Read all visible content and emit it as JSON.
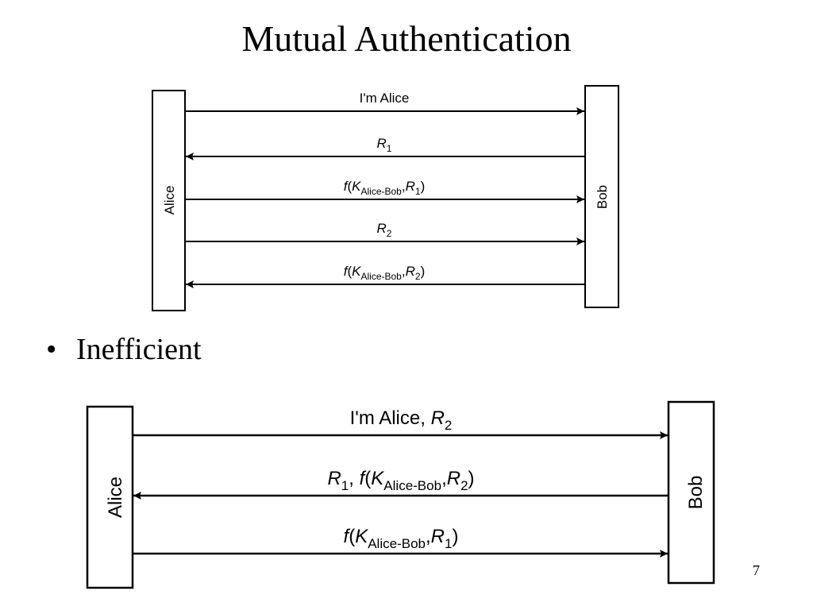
{
  "slide": {
    "title": "Mutual Authentication",
    "bullet": "Inefficient",
    "page_number": "7"
  },
  "diagram1": {
    "left_party": "Alice",
    "right_party": "Bob",
    "messages": [
      {
        "direction": "right",
        "parts": [
          {
            "t": "I'm Alice"
          }
        ]
      },
      {
        "direction": "left",
        "parts": [
          {
            "t": "R",
            "i": true
          },
          {
            "t": "1",
            "sub": true
          }
        ]
      },
      {
        "direction": "right",
        "parts": [
          {
            "t": "f",
            "i": true
          },
          {
            "t": "("
          },
          {
            "t": "K",
            "i": true
          },
          {
            "t": "Alice-Bob",
            "sub": true
          },
          {
            "t": ","
          },
          {
            "t": "R",
            "i": true
          },
          {
            "t": "1",
            "sub": true
          },
          {
            "t": ")"
          }
        ]
      },
      {
        "direction": "right",
        "parts": [
          {
            "t": "R",
            "i": true
          },
          {
            "t": "2",
            "sub": true
          }
        ]
      },
      {
        "direction": "left",
        "parts": [
          {
            "t": "f",
            "i": true
          },
          {
            "t": "("
          },
          {
            "t": "K",
            "i": true
          },
          {
            "t": "Alice-Bob",
            "sub": true
          },
          {
            "t": ","
          },
          {
            "t": "R",
            "i": true
          },
          {
            "t": "2",
            "sub": true
          },
          {
            "t": ")"
          }
        ]
      }
    ]
  },
  "diagram2": {
    "left_party": "Alice",
    "right_party": "Bob",
    "messages": [
      {
        "direction": "right",
        "parts": [
          {
            "t": "I'm Alice, "
          },
          {
            "t": "R",
            "i": true
          },
          {
            "t": "2",
            "sub": true
          }
        ]
      },
      {
        "direction": "left",
        "parts": [
          {
            "t": "R",
            "i": true
          },
          {
            "t": "1",
            "sub": true
          },
          {
            "t": ", "
          },
          {
            "t": "f",
            "i": true
          },
          {
            "t": "("
          },
          {
            "t": "K",
            "i": true
          },
          {
            "t": "Alice-Bob",
            "sub": true
          },
          {
            "t": ","
          },
          {
            "t": "R",
            "i": true
          },
          {
            "t": "2",
            "sub": true
          },
          {
            "t": ")"
          }
        ]
      },
      {
        "direction": "right",
        "parts": [
          {
            "t": "f",
            "i": true
          },
          {
            "t": "("
          },
          {
            "t": "K",
            "i": true
          },
          {
            "t": "Alice-Bob",
            "sub": true
          },
          {
            "t": ","
          },
          {
            "t": "R",
            "i": true
          },
          {
            "t": "1",
            "sub": true
          },
          {
            "t": ")"
          }
        ]
      }
    ]
  }
}
